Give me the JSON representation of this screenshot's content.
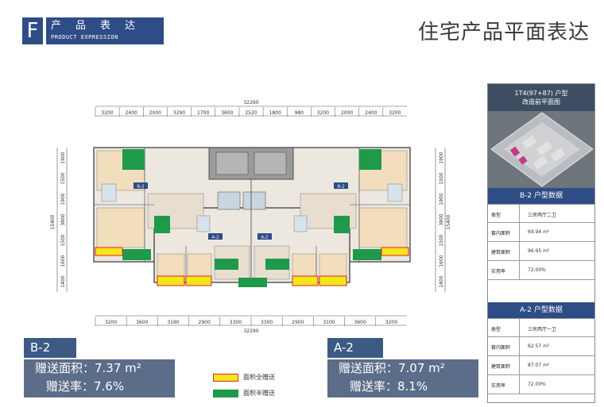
{
  "header": {
    "letter": "F",
    "section_cn": "产品表达",
    "section_en": "PRODUCT EXPRESSION",
    "title": "住宅产品平面表达"
  },
  "plan": {
    "total_width": "32290",
    "top_dims": [
      "3200",
      "2400",
      "2000",
      "3290",
      "1700",
      "3600",
      "2520",
      "1800",
      "980",
      "3200",
      "2000",
      "2400",
      "3200"
    ],
    "bottom_dims": [
      "3200",
      "3600",
      "3190",
      "2900",
      "3300",
      "3300",
      "2900",
      "3100",
      "3600",
      "3200"
    ],
    "left_dims": [
      "1900",
      "1500",
      "1900",
      "3800",
      "1500",
      "1600",
      "1400"
    ],
    "left_total": "15400",
    "right_dims": [
      "1900",
      "1500",
      "1900",
      "3800",
      "1500",
      "1600",
      "1400"
    ],
    "right_total": "15400",
    "unit_labels": [
      "B-2",
      "A-2",
      "A-2",
      "B-2"
    ],
    "colors": {
      "full_gift": "#f5e61a",
      "half_gift": "#1f9a4a",
      "outline_red": "#d9232e"
    }
  },
  "panel": {
    "heading_line1": "1T4(97+87) 户型",
    "heading_line2": "改造前平面图",
    "b2": {
      "title": "B-2 户型数据",
      "rows": [
        {
          "k": "类型",
          "v": "三房两厅二卫"
        },
        {
          "k": "套内面积",
          "v": "69.94 m²"
        },
        {
          "k": "建筑面积",
          "v": "96.95 m²"
        },
        {
          "k": "实用率",
          "v": "72.00%"
        }
      ]
    },
    "a2": {
      "title": "A-2 户型数据",
      "rows": [
        {
          "k": "类型",
          "v": "三房两厅一卫"
        },
        {
          "k": "套内面积",
          "v": "62.57 m²"
        },
        {
          "k": "建筑面积",
          "v": "87.07 m²"
        },
        {
          "k": "实用率",
          "v": "72.00%"
        }
      ]
    }
  },
  "stats": {
    "b2": {
      "label": "B-2",
      "area": "赠送面积：7.37 m²",
      "rate": "赠送率：7.6%"
    },
    "a2": {
      "label": "A-2",
      "area": "赠送面积：7.07 m²",
      "rate": "赠送率：8.1%"
    }
  },
  "legend": {
    "full": "面积全赠送",
    "half": "面积半赠送"
  }
}
